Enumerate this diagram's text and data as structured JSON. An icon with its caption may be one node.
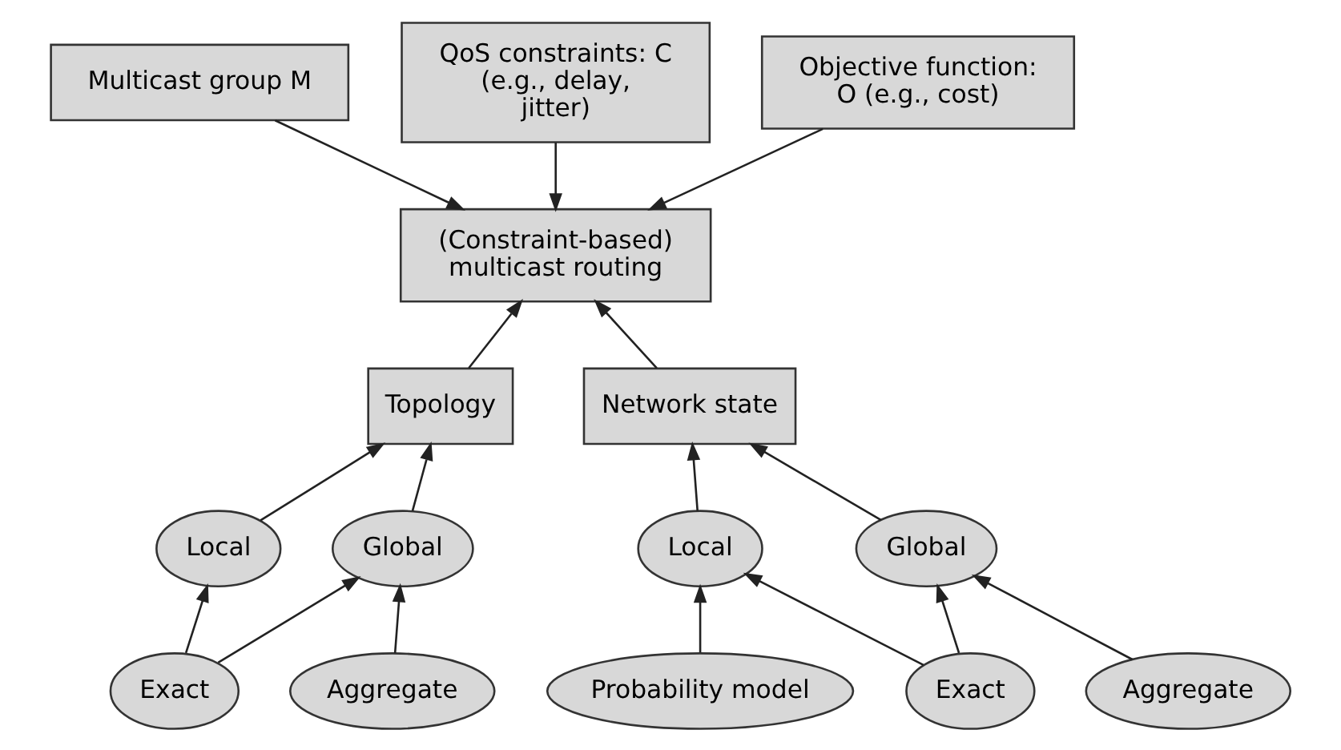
{
  "diagram": {
    "nodes": [
      {
        "text": [
          "Multicast group M"
        ]
      },
      {
        "text": [
          "QoS constraints: C (e.g., delay, jitter)"
        ]
      },
      {
        "text": [
          "Objective function: O (e.g., cost)"
        ]
      },
      {
        "text": [
          "(Constraint-based) multicast routing"
        ]
      },
      {
        "text": [
          "Topology"
        ]
      },
      {
        "text": [
          "Network state"
        ]
      },
      {
        "text": [
          "Local"
        ]
      },
      {
        "text": [
          "Global"
        ]
      },
      {
        "text": [
          "Exact"
        ]
      },
      {
        "text": [
          "Aggregate"
        ]
      },
      {
        "text": [
          "Local"
        ]
      },
      {
        "text": [
          "Global"
        ]
      },
      {
        "text": [
          "Probability model"
        ]
      },
      {
        "text": [
          "Exact"
        ]
      },
      {
        "text": [
          "Aggregate"
        ]
      }
    ],
    "edges": [
      {
        "from": 0,
        "to": 3,
        "arrow": "to"
      },
      {
        "from": 1,
        "to": 3,
        "arrow": "to"
      },
      {
        "from": 2,
        "to": 3,
        "arrow": "to"
      },
      {
        "from": 4,
        "to": 3,
        "arrow": "to"
      },
      {
        "from": 5,
        "to": 3,
        "arrow": "to"
      },
      {
        "from": 6,
        "to": 4,
        "arrow": "to"
      },
      {
        "from": 7,
        "to": 4,
        "arrow": "to"
      },
      {
        "from": 8,
        "to": 6,
        "arrow": "to"
      },
      {
        "from": 8,
        "to": 7,
        "arrow": "to"
      },
      {
        "from": 9,
        "to": 7,
        "arrow": "to"
      },
      {
        "from": 10,
        "to": 5,
        "arrow": "to"
      },
      {
        "from": 11,
        "to": 5,
        "arrow": "to"
      },
      {
        "from": 12,
        "to": 10,
        "arrow": "to"
      },
      {
        "from": 13,
        "to": 10,
        "arrow": "to"
      },
      {
        "from": 13,
        "to": 11,
        "arrow": "to"
      },
      {
        "from": 14,
        "to": 11,
        "arrow": "to"
      }
    ]
  }
}
